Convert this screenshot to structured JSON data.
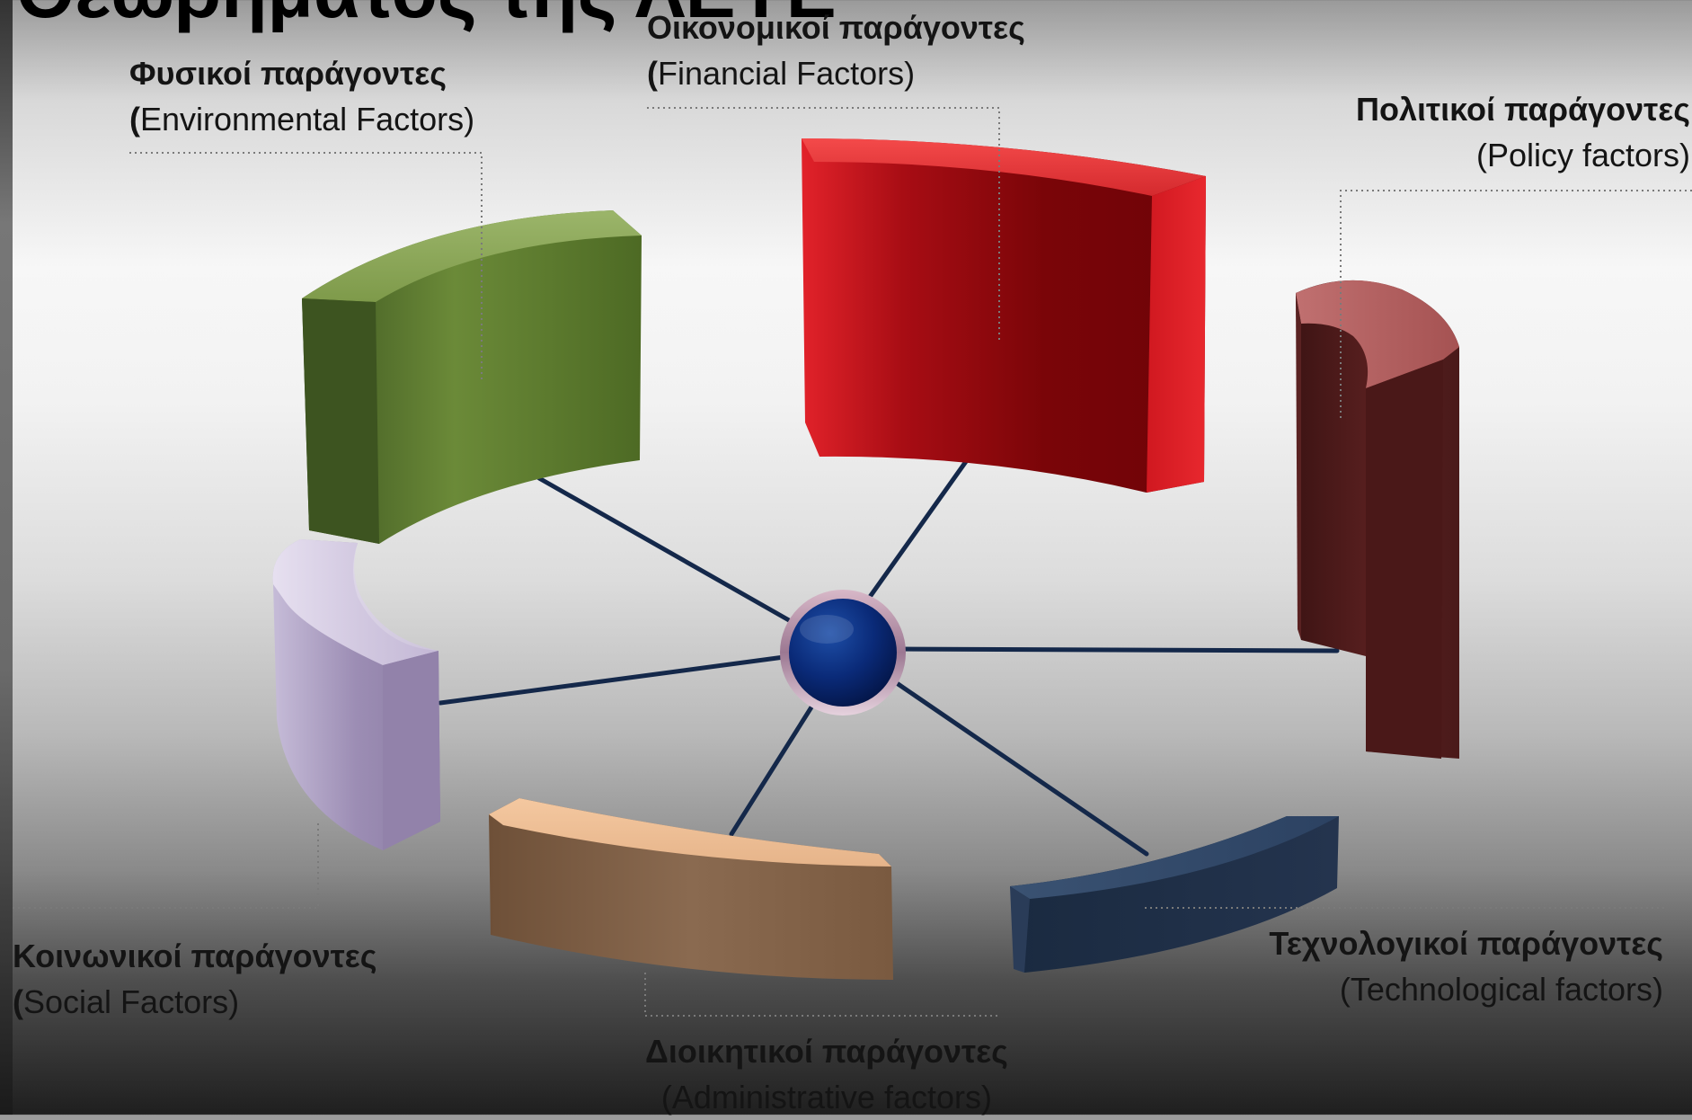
{
  "title": "Θεωρήματος της ΛΕΥΕ",
  "hub": {
    "color": "#0a2a78"
  },
  "factors": [
    {
      "greek": "Φυσικοί παράγοντες",
      "english_open": "(",
      "english": "Environmental Factors)",
      "color": "#5b7a2e"
    },
    {
      "greek": "Οικονομικοί παράγοντες",
      "english_open": "(",
      "english": "Financial Factors)",
      "color": "#b3141a"
    },
    {
      "greek": "Πολιτικοί παράγοντες",
      "english_open": "",
      "english": "(Policy factors)",
      "color": "#6e2a2a"
    },
    {
      "greek": "Τεχνολογικοί παράγοντες",
      "english_open": "",
      "english": "(Technological factors)",
      "color": "#1e3452"
    },
    {
      "greek": "Διοικητικοί παράγοντες",
      "english_open": "",
      "english": "(Administrative factors)",
      "color": "#c99b76"
    },
    {
      "greek": "Κοινωνικοί παράγοντες",
      "english_open": "(",
      "english": "Social Factors)",
      "color": "#a89abe"
    }
  ]
}
